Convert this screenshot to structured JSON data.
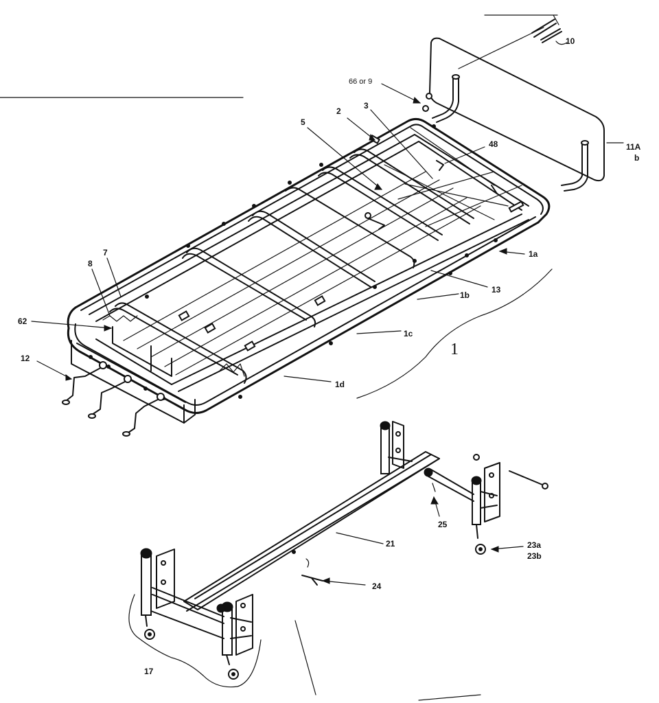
{
  "labels": {
    "p10": "10",
    "p66or9": "66 or 9",
    "p2": "2",
    "p3": "3",
    "p5": "5",
    "p48": "48",
    "p11a": "11A",
    "p11b": "b",
    "p7": "7",
    "p8": "8",
    "p62": "62",
    "p12": "12",
    "p1a": "1a",
    "p13": "13",
    "p1b": "1b",
    "p1c": "1c",
    "p1": "1",
    "p1d": "1d",
    "p25": "25",
    "p21": "21",
    "p23a": "23a",
    "p23b": "23b",
    "p24": "24",
    "p17": "17"
  },
  "colors": {
    "ink": "#111111",
    "paper": "#ffffff"
  }
}
